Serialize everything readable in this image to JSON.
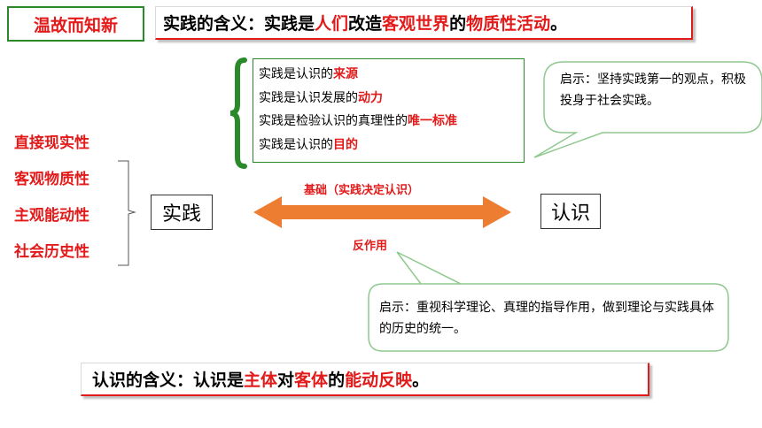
{
  "header": {
    "tag": "温故而知新"
  },
  "practice_definition": [
    {
      "text": "实践的含义：实践是",
      "red": false
    },
    {
      "text": "人们",
      "red": true
    },
    {
      "text": "改造",
      "red": false
    },
    {
      "text": "客观世界",
      "red": true
    },
    {
      "text": "的",
      "red": false
    },
    {
      "text": "物质性活动",
      "red": true
    },
    {
      "text": "。",
      "red": false
    }
  ],
  "properties": [
    "直接现实性",
    "客观物质性",
    "主观能动性",
    "社会历史性"
  ],
  "nodes": {
    "practice": "实践",
    "cognition": "认识"
  },
  "practice_roles": [
    {
      "prefix": "实践是认识的",
      "highlight": "来源"
    },
    {
      "prefix": "实践是认识发展的",
      "highlight": "动力"
    },
    {
      "prefix": "实践是检验认识的真理性的",
      "highlight": "唯一标准"
    },
    {
      "prefix": "实践是认识的",
      "highlight": "目的"
    }
  ],
  "callouts": {
    "top": "启示：坚持实践第一的观点，积极投身于社会实践。",
    "bottom": "启示：重视科学理论、真理的指导作用，做到理论与实践具体的历史的统一。"
  },
  "arrow_labels": {
    "base": "基础（实践决定认识）",
    "reaction": "反作用"
  },
  "cognition_definition": [
    {
      "text": "认识的含义：认识是",
      "red": false
    },
    {
      "text": "主体",
      "red": true
    },
    {
      "text": "对",
      "red": false
    },
    {
      "text": "客体",
      "red": true
    },
    {
      "text": "的",
      "red": false
    },
    {
      "text": "能动反映",
      "red": true
    },
    {
      "text": "。",
      "red": false
    }
  ],
  "colors": {
    "accent_red": "#e21a1a",
    "arrow_orange": "#ed7d31",
    "border_green": "#2a8a2a",
    "callout_border": "#8fc98f"
  }
}
